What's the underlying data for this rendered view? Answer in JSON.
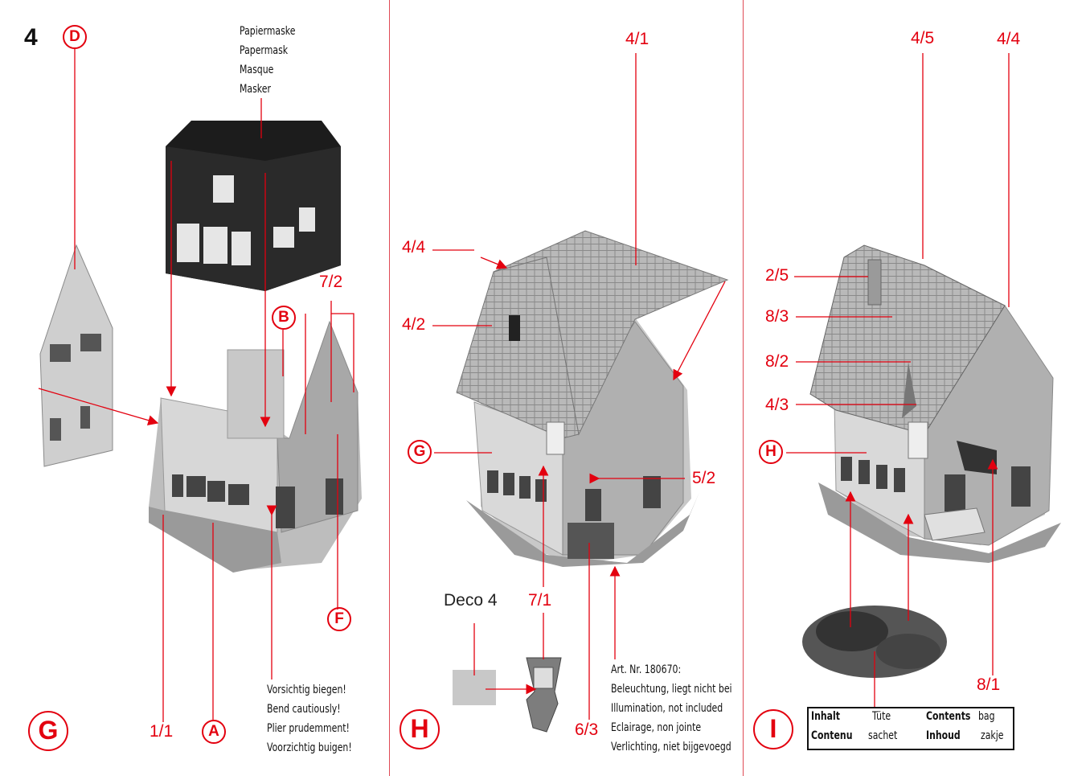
{
  "page_number": "4",
  "circles": {
    "D": "D",
    "B": "B",
    "F": "F",
    "A": "A",
    "G_small": "G",
    "H_small": "H",
    "G_big": "G",
    "H_big": "H",
    "I_big": "I"
  },
  "labels": {
    "p1_72": "7/2",
    "p1_11": "1/1",
    "p2_41": "4/1",
    "p2_44": "4/4",
    "p2_42": "4/2",
    "p2_52": "5/2",
    "p2_71": "7/1",
    "p2_63": "6/3",
    "p3_45": "4/5",
    "p3_44": "4/4",
    "p3_25": "2/5",
    "p3_83": "8/3",
    "p3_82": "8/2",
    "p3_43": "4/3",
    "p3_81": "8/1"
  },
  "mask_caption": [
    "Papiermaske",
    "Papermask",
    "Masque",
    "Masker"
  ],
  "bend_caption": [
    "Vorsichtig biegen!",
    "Bend cautiously!",
    "Plier prudemment!",
    "Voorzichtig buigen!"
  ],
  "deco_label": "Deco 4",
  "art_caption": [
    "Art. Nr. 180670:",
    "Beleuchtung, liegt nicht bei",
    "Illumination, not included",
    "Eclairage, non jointe",
    "Verlichting, niet bijgevoegd"
  ],
  "legend": {
    "inhalt": "Inhalt",
    "tuete": "Tüte",
    "contents": "Contents",
    "bag": "bag",
    "contenu": "Contenu",
    "sachet": "sachet",
    "inhoud": "Inhoud",
    "zakje": "zakje"
  },
  "colors": {
    "accent": "#e3000f",
    "divider": "#e04a55"
  }
}
